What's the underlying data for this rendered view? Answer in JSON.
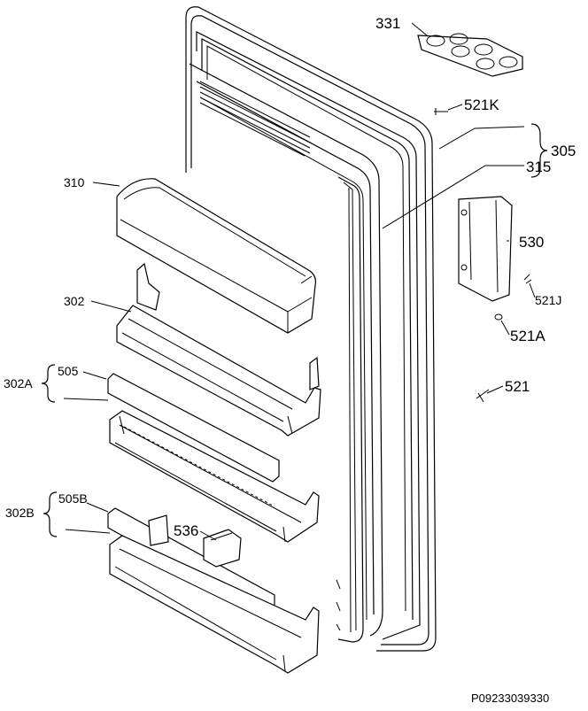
{
  "labels": {
    "p331": "331",
    "p521k": "521K",
    "p305": "305",
    "p315": "315",
    "p310": "310",
    "p530": "530",
    "p521j": "521J",
    "p521a": "521A",
    "p521": "521",
    "p302": "302",
    "p302a": "302A",
    "p505": "505",
    "p302b": "302B",
    "p505b": "505B",
    "p536": "536"
  },
  "code": "P09233039330"
}
